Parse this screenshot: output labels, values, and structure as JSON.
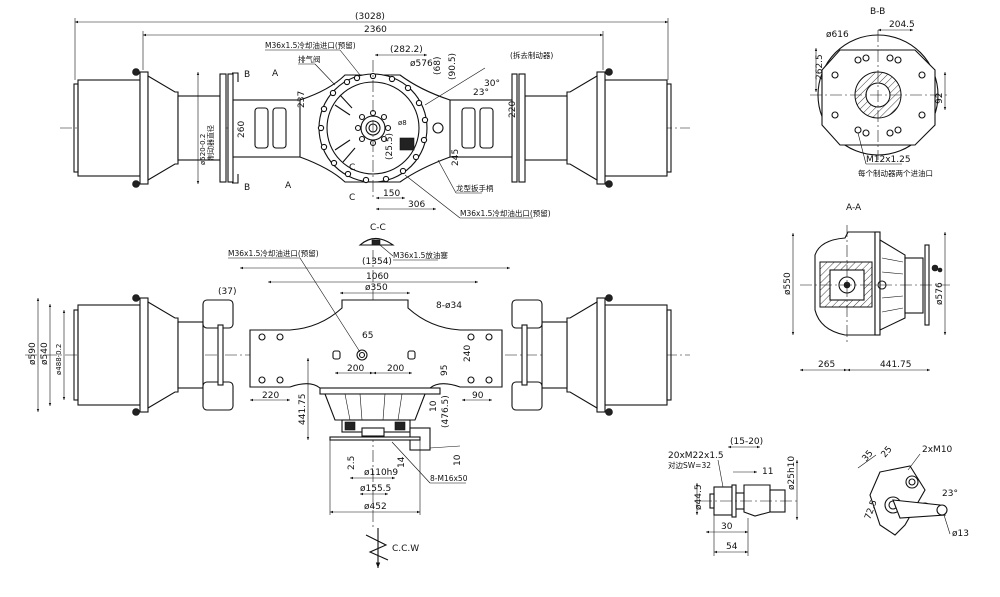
{
  "drawing": {
    "title_note": "(拆去制动器)",
    "top_view": {
      "overall_length": "(3028)",
      "track_length": "2360",
      "note_inlet": "M36x1.5冷却油进口(预留)",
      "note_vent": "排气阀",
      "dim_282": "(282.2)",
      "dim_576": "ø576",
      "dim_68": "(68)",
      "dim_90_5": "(90.5)",
      "angle_23": "23°",
      "angle_30": "30°",
      "dim_237": "237",
      "dim_220": "220",
      "dim_260": "260",
      "dim_520": "ø520-0.2",
      "dim_520_note": "制动器直径",
      "dim_8": "ø8",
      "dim_25_5": "(25.5)",
      "dim_245": "245",
      "dim_150": "150",
      "dim_306": "306",
      "note_handle": "龙型扳手柄",
      "note_outlet": "M36x1.5冷却油出口(预留)",
      "section_a": "A",
      "section_b": "B",
      "section_c": "C"
    },
    "section_cc": {
      "title": "C-C",
      "note_drain": "M36x1.5放油塞"
    },
    "front_view": {
      "note_inlet": "M36x1.5冷却油进口(预留)",
      "dim_1354": "(1354)",
      "dim_1060": "1060",
      "dim_350": "ø350",
      "dim_37": "(37)",
      "dim_8_34": "8-ø34",
      "dim_65": "65",
      "dim_200_left": "200",
      "dim_200_right": "200",
      "dim_240": "240",
      "dim_95": "95",
      "dim_220": "220",
      "dim_90": "90",
      "dim_441_75": "441.75",
      "dim_476_5": "(476.5)",
      "dim_10a": "10",
      "dim_10b": "10",
      "dim_590": "ø590",
      "dim_540": "ø540",
      "dim_488": "ø488-0.2",
      "dim_2_5": "2.5",
      "dim_14": "14",
      "dim_bolts": "8-M16x50",
      "dim_110": "ø110h9",
      "dim_155": "ø155.5",
      "dim_452": "ø452",
      "rotation": "C.C.W"
    },
    "section_bb": {
      "title": "B-B",
      "dim_616": "ø616",
      "dim_204_5": "204.5",
      "dim_262_5": "262.5",
      "dim_92": "92",
      "thread": "M12x1.25",
      "note": "每个制动器两个进油口"
    },
    "section_aa": {
      "title": "A-A",
      "dim_550": "ø550",
      "dim_576": "ø576",
      "dim_265": "265",
      "dim_441_75": "441.75"
    },
    "wheel_stud_detail": {
      "dim_15_20": "(15-20)",
      "thread": "20xM22x1.5",
      "wrench": "对边SW=32",
      "dim_11": "11",
      "dim_25": "ø25h10",
      "dim_44_5": "ø44.5",
      "dim_30": "30",
      "dim_54": "54"
    },
    "lever_detail": {
      "dim_35": "35",
      "dim_25": "25",
      "thread": "2xM10",
      "dim_72_5": "72.5",
      "angle": "23°",
      "dim_13": "ø13"
    }
  }
}
